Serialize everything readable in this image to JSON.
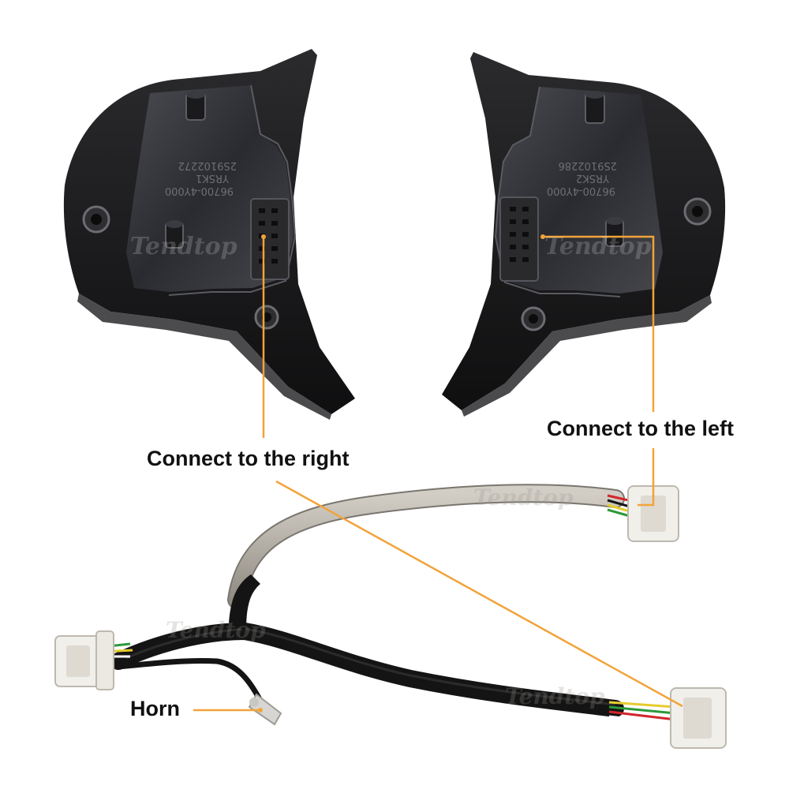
{
  "labels": {
    "connect_left": "Connect to the left",
    "connect_right": "Connect to the right",
    "horn": "Horn"
  },
  "part_numbers": {
    "left_module": [
      "96700-4Y000",
      "YRSK1",
      "2S9102272"
    ],
    "right_module": [
      "96700-4Y000",
      "YRSK2",
      "2S9102286"
    ]
  },
  "watermark": "Tendtop",
  "colors": {
    "leader_line": "#f2a33a",
    "plastic_dark": "#1c1c1e",
    "plastic_gloss": "#3a3b40",
    "cable_black": "#141414",
    "cable_grey": "#b7b2aa",
    "connector": "#f1efe9"
  }
}
